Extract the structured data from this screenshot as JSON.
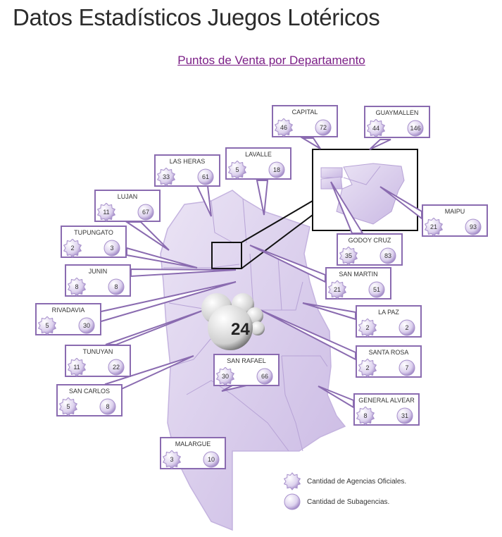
{
  "title": "Datos Estadísticos Juegos Lotéricos",
  "subtitle": "Puntos de Venta por Departamento",
  "departments": [
    {
      "name": "CAPITAL",
      "agencias": 46,
      "subagencias": 72
    },
    {
      "name": "GUAYMALLEN",
      "agencias": 44,
      "subagencias": 146
    },
    {
      "name": "LAS HERAS",
      "agencias": 33,
      "subagencias": 61
    },
    {
      "name": "LAVALLE",
      "agencias": 5,
      "subagencias": 18
    },
    {
      "name": "LUJAN",
      "agencias": 11,
      "subagencias": 67
    },
    {
      "name": "TUPUNGATO",
      "agencias": 2,
      "subagencias": 3
    },
    {
      "name": "JUNIN",
      "agencias": 8,
      "subagencias": 8
    },
    {
      "name": "RIVADAVIA",
      "agencias": 5,
      "subagencias": 30
    },
    {
      "name": "TUNUYAN",
      "agencias": 11,
      "subagencias": 22
    },
    {
      "name": "SAN CARLOS",
      "agencias": 5,
      "subagencias": 8
    },
    {
      "name": "MAIPU",
      "agencias": 21,
      "subagencias": 93
    },
    {
      "name": "GODOY CRUZ",
      "agencias": 35,
      "subagencias": 83
    },
    {
      "name": "SAN MARTIN",
      "agencias": 21,
      "subagencias": 51
    },
    {
      "name": "LA PAZ",
      "agencias": 2,
      "subagencias": 2
    },
    {
      "name": "SANTA ROSA",
      "agencias": 2,
      "subagencias": 7
    },
    {
      "name": "GENERAL  ALVEAR",
      "agencias": 8,
      "subagencias": 31
    },
    {
      "name": "SAN RAFAEL",
      "agencias": 30,
      "subagencias": 66
    },
    {
      "name": "MALARGUE",
      "agencias": 3,
      "subagencias": 10
    }
  ],
  "legend": {
    "agencias": "Cantidad de Agencias Oficiales.",
    "subagencias": "Cantidad de Subagencias."
  },
  "balls_label": "24",
  "colors": {
    "border": "#8a6bb0",
    "map_fill": "#d9cdec",
    "link": "#7b1e86"
  }
}
